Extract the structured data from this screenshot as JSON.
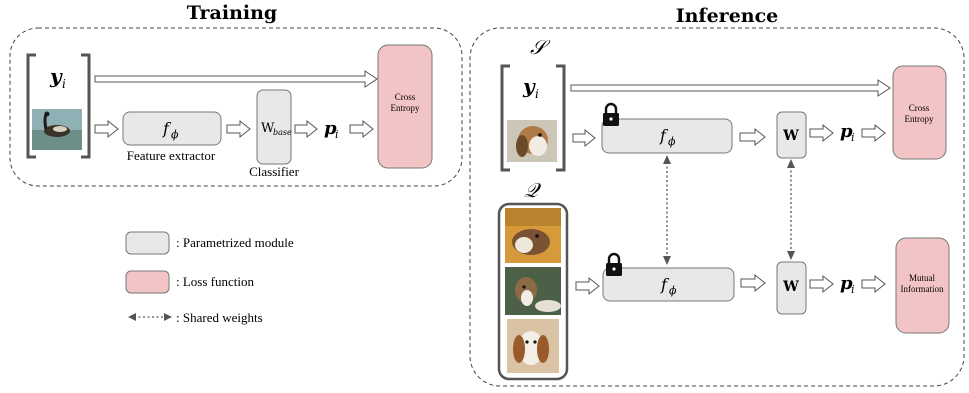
{
  "titles": {
    "training": "Training",
    "inference": "Inference"
  },
  "training": {
    "label_symbol": "y",
    "label_subscript": "i",
    "extractor_symbol": "f",
    "extractor_subscript": "ϕ",
    "extractor_caption": "Feature extractor",
    "classifier_symbol": "W",
    "classifier_subscript": "base",
    "classifier_caption": "Classifier",
    "prob_symbol": "p",
    "prob_subscript": "i",
    "loss_line1": "Cross",
    "loss_line2": "Entropy"
  },
  "inference": {
    "support_set_symbol": "𝒮",
    "query_set_symbol": "𝒬",
    "label_symbol": "y",
    "label_subscript": "i",
    "extractor_symbol": "f",
    "extractor_subscript": "ϕ",
    "classifier_symbol": "W",
    "prob_symbol": "p",
    "prob_subscript": "i",
    "support_loss_line1": "Cross",
    "support_loss_line2": "Entropy",
    "query_loss_line1": "Mutual",
    "query_loss_line2": "Information"
  },
  "legend": {
    "parametrized": ": Parametrized module",
    "loss": ": Loss function",
    "shared": ": Shared weights"
  },
  "colors": {
    "module_fill": "#e8e8e8",
    "loss_fill": "#f2c4c6",
    "stroke": "#555555"
  },
  "icons": [
    "lock-icon",
    "goose-image",
    "dog-image"
  ]
}
